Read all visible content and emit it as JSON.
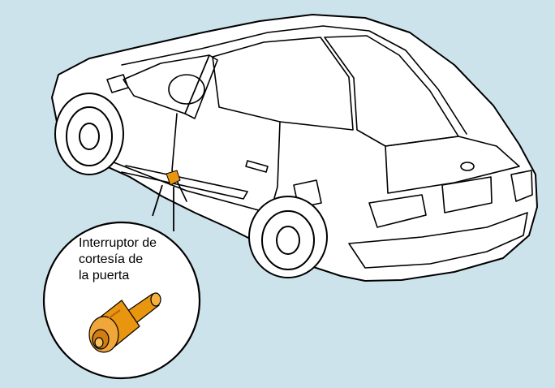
{
  "diagram": {
    "callout_label": "Interruptor de\ncortesía de\nla puerta",
    "colors": {
      "background": "#cde3ec",
      "car_body": "#ffffff",
      "outline": "#000000",
      "part": "#e8960f",
      "part_shadow": "#b8660a"
    },
    "icons": [
      "sedan-car-illustration",
      "door-switch-part"
    ]
  }
}
